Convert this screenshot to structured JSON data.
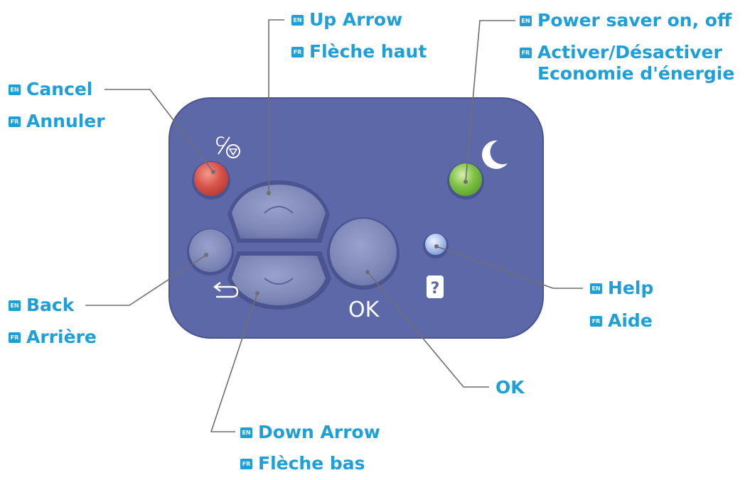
{
  "diagram": {
    "colors": {
      "panel": "#5d68a8",
      "panel_edge": "#4a5490",
      "label_blue": "#1e9fd8",
      "leader_line": "#6f6f6f",
      "cancel_led": "#d9534a",
      "power_led": "#7dc144",
      "help_led": "#9fb8ea",
      "button_face": "#7d86b7"
    },
    "panel_markings": {
      "cancel_symbol": "C/⊘",
      "back_symbol": "↩",
      "ok_text": "OK",
      "help_symbol": "?",
      "power_symbol": "moon-icon"
    },
    "callouts": [
      {
        "id": "cancel",
        "en": "Cancel",
        "fr": "Annuler"
      },
      {
        "id": "up_arrow",
        "en": "Up Arrow",
        "fr": "Flèche haut"
      },
      {
        "id": "power_saver",
        "en": "Power saver on, off",
        "fr": [
          "Activer/Désactiver",
          "Economie d'énergie"
        ]
      },
      {
        "id": "back",
        "en": "Back",
        "fr": "Arrière"
      },
      {
        "id": "help",
        "en": "Help",
        "fr": "Aide"
      },
      {
        "id": "ok",
        "label": "OK"
      },
      {
        "id": "down_arrow",
        "en": "Down Arrow",
        "fr": "Flèche bas"
      }
    ],
    "lang_badges": {
      "en": "EN",
      "fr": "FR"
    }
  }
}
